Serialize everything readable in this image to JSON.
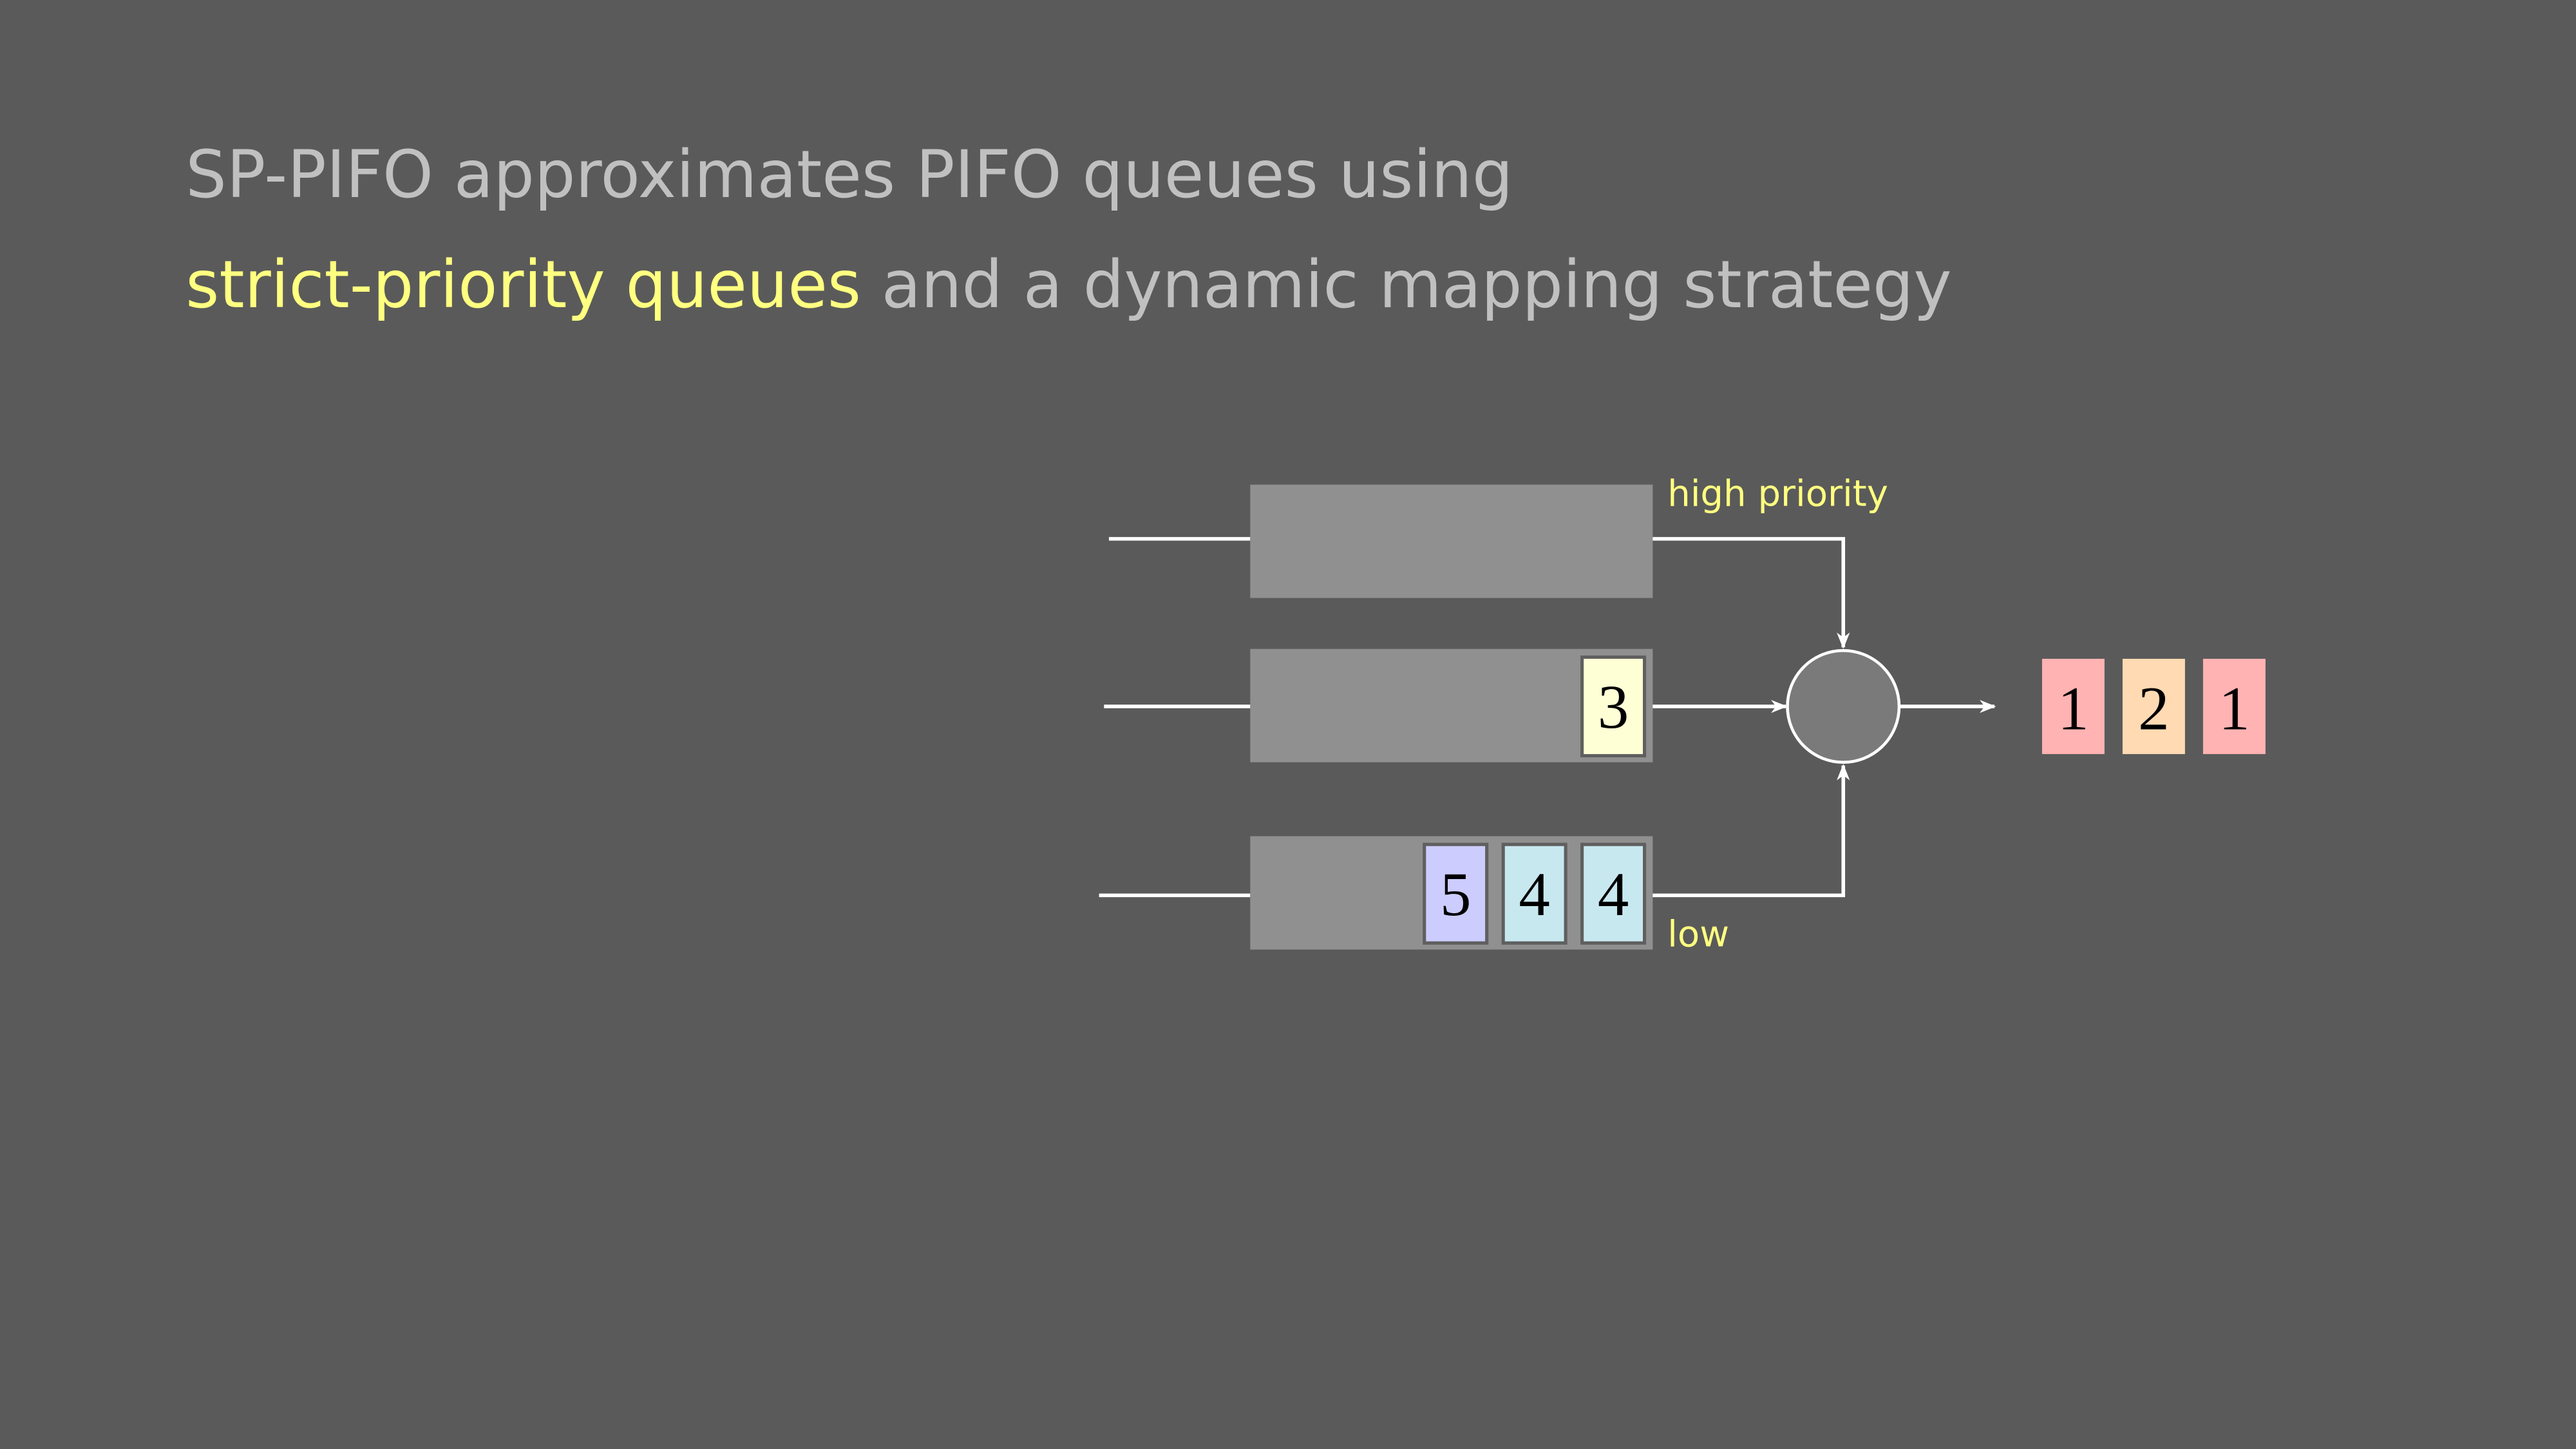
{
  "title": {
    "line1": "SP-PIFO approximates PIFO queues using",
    "line2_highlight": "strict-priority queues",
    "line2_rest": " and a dynamic mapping strategy"
  },
  "labels": {
    "high": "high priority",
    "low": "low"
  },
  "queues": [
    {
      "name": "queue-high",
      "packets": []
    },
    {
      "name": "queue-mid",
      "packets": [
        {
          "rank": "3",
          "color": "#ffffd6"
        }
      ]
    },
    {
      "name": "queue-low",
      "packets": [
        {
          "rank": "5",
          "color": "#ccccff"
        },
        {
          "rank": "4",
          "color": "#c8e8f0"
        },
        {
          "rank": "4",
          "color": "#c8e8f0"
        }
      ]
    }
  ],
  "output": [
    {
      "rank": "1",
      "color": "#ffb3b3"
    },
    {
      "rank": "2",
      "color": "#ffdab3"
    },
    {
      "rank": "1",
      "color": "#ffb3b3"
    }
  ],
  "colors": {
    "background": "#5a5a5a",
    "queue": "#909090",
    "scheduler": "#7a7a7a",
    "highlight": "#ffff80",
    "text": "#c0c0c0"
  }
}
